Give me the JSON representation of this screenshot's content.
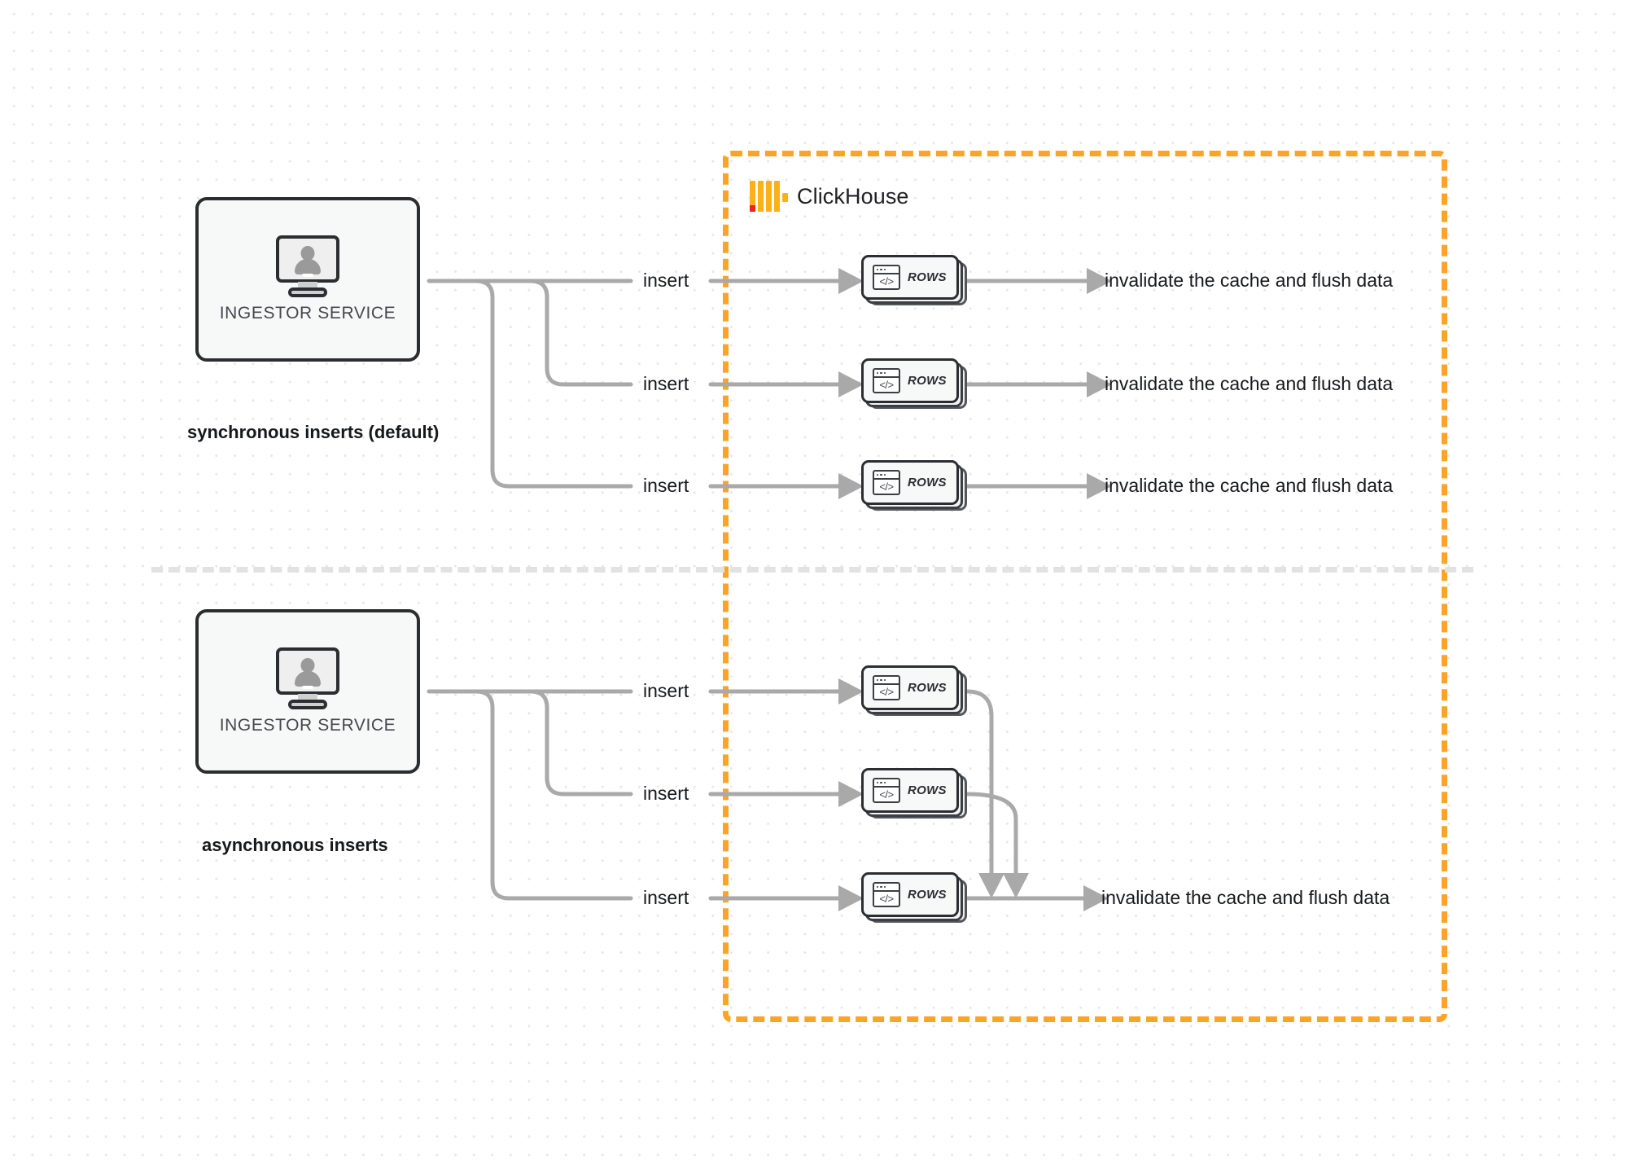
{
  "diagram": {
    "title": "ClickHouse synchronous vs asynchronous inserts",
    "colors": {
      "boundary_orange": "#fba428",
      "logo_orange": "#fbb117",
      "logo_red": "#f61f1f",
      "wire_gray": "#a9a9a9",
      "node_border": "#2b2d31",
      "node_fill": "#f7f8f8",
      "divider_gray": "#e2e2e2",
      "dot_grid": "#e8e6e6"
    }
  },
  "clickhouse_boundary": {
    "label": "ClickHouse",
    "logo_icon": "clickhouse-logo-icon"
  },
  "sections": [
    {
      "id": "synchronous",
      "caption": "synchronous inserts (default)",
      "source": {
        "label": "INGESTOR SERVICE",
        "icon": "monitor-user-icon"
      },
      "flows": [
        {
          "edge_label": "insert",
          "node": {
            "label": "ROWS",
            "icon": "code-window-icon"
          },
          "sink_label": "invalidate the cache and flush data"
        },
        {
          "edge_label": "insert",
          "node": {
            "label": "ROWS",
            "icon": "code-window-icon"
          },
          "sink_label": "invalidate the cache and flush data"
        },
        {
          "edge_label": "insert",
          "node": {
            "label": "ROWS",
            "icon": "code-window-icon"
          },
          "sink_label": "invalidate the cache and flush data"
        }
      ]
    },
    {
      "id": "asynchronous",
      "caption": "asynchronous inserts",
      "source": {
        "label": "INGESTOR SERVICE",
        "icon": "monitor-user-icon"
      },
      "flows": [
        {
          "edge_label": "insert",
          "node": {
            "label": "ROWS",
            "icon": "code-window-icon"
          }
        },
        {
          "edge_label": "insert",
          "node": {
            "label": "ROWS",
            "icon": "code-window-icon"
          }
        },
        {
          "edge_label": "insert",
          "node": {
            "label": "ROWS",
            "icon": "code-window-icon"
          }
        }
      ],
      "merged_sink_label": "invalidate the cache and flush data"
    }
  ]
}
